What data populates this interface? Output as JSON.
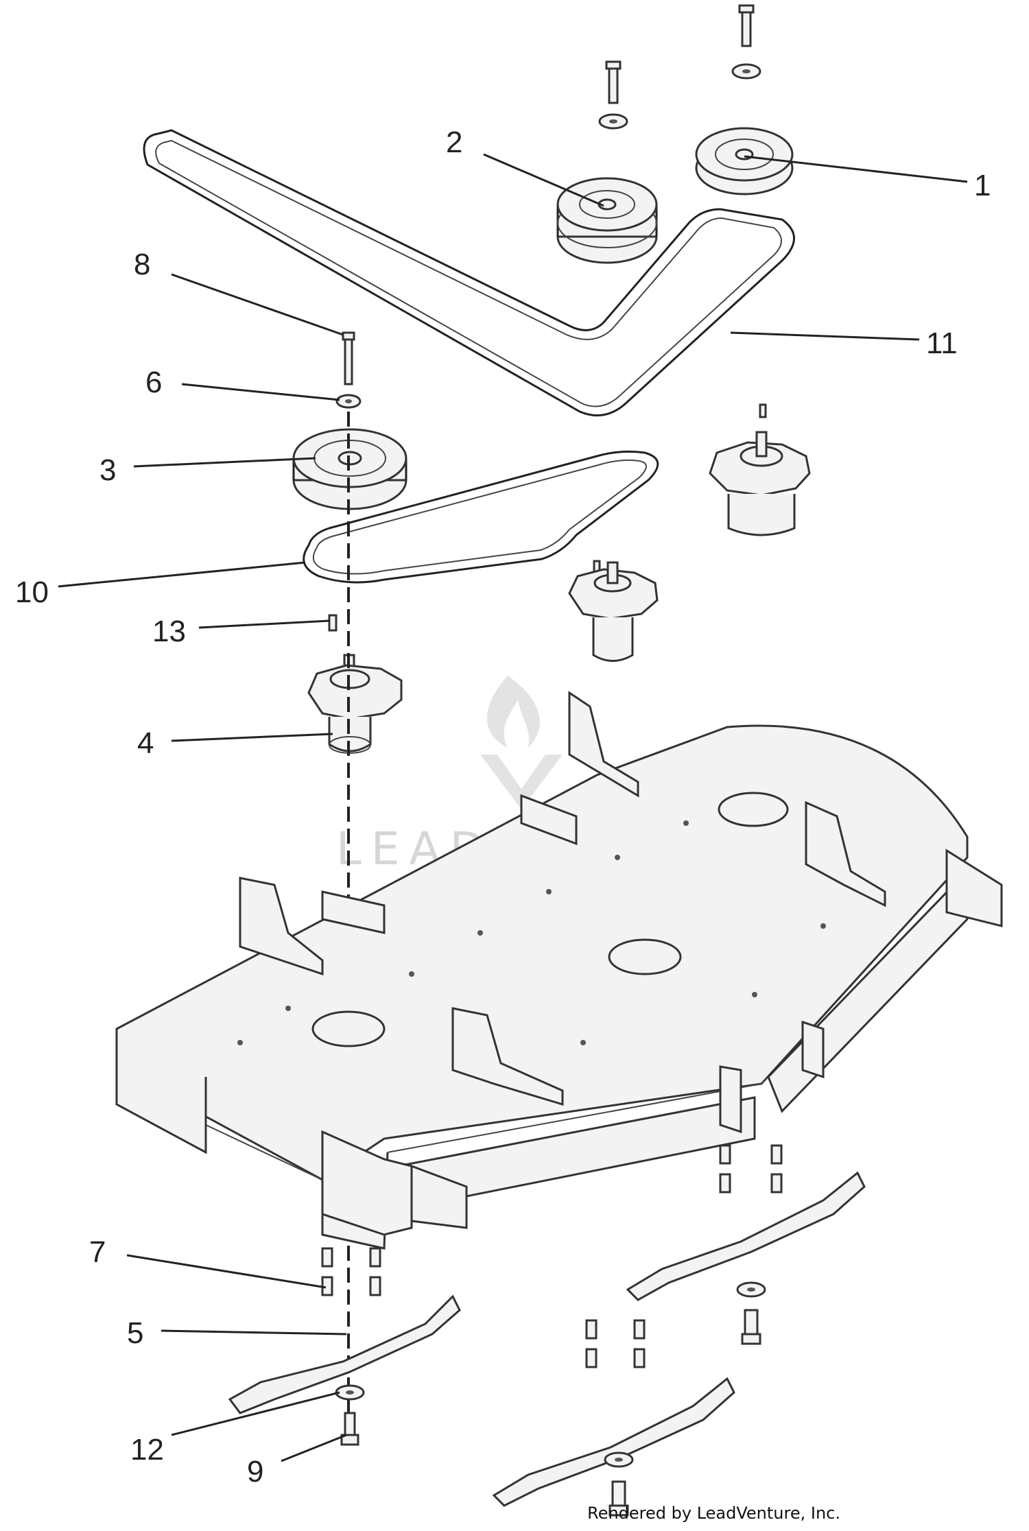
{
  "callouts": [
    {
      "id": "1",
      "label": "1"
    },
    {
      "id": "2",
      "label": "2"
    },
    {
      "id": "3",
      "label": "3"
    },
    {
      "id": "4",
      "label": "4"
    },
    {
      "id": "5",
      "label": "5"
    },
    {
      "id": "6",
      "label": "6"
    },
    {
      "id": "7",
      "label": "7"
    },
    {
      "id": "8",
      "label": "8"
    },
    {
      "id": "9",
      "label": "9"
    },
    {
      "id": "10",
      "label": "10"
    },
    {
      "id": "11",
      "label": "11"
    },
    {
      "id": "12",
      "label": "12"
    },
    {
      "id": "13",
      "label": "13"
    }
  ],
  "watermark": {
    "text": "LEADVENTURE"
  },
  "footer": {
    "text": "Rendered by LeadVenture, Inc."
  }
}
